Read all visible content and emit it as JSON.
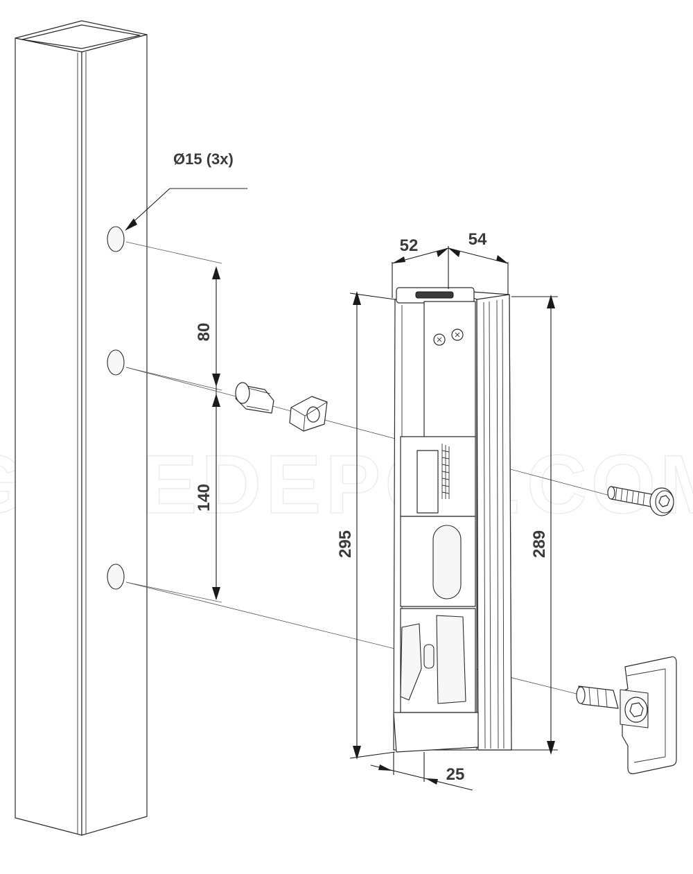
{
  "dimensions": {
    "hole_callout": "Ø15 (3x)",
    "spacing_upper": "80",
    "spacing_lower": "140",
    "width_top_left": "52",
    "width_top_right": "54",
    "height_left": "295",
    "height_right": "289",
    "width_bottom": "25"
  },
  "watermark": "GATEDEPOT.COM",
  "colors": {
    "line": "#2a2a2a",
    "text": "#3a3a3a",
    "background": "#ffffff"
  }
}
